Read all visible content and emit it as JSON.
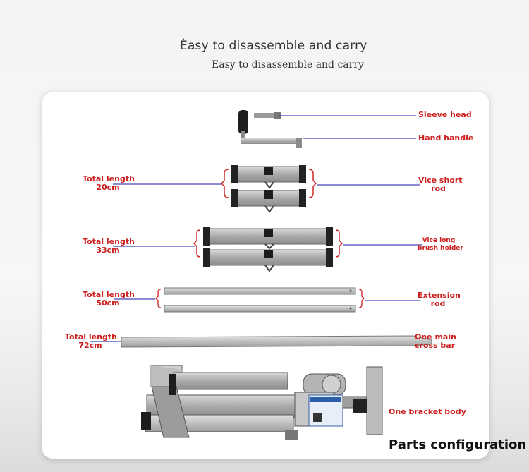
{
  "header": {
    "title": "Èasy to disassemble and carry",
    "subtitle": "Easy to disassemble and carry"
  },
  "parts": {
    "sleeve_head": "Sleeve head",
    "hand_handle": "Hand handle",
    "vice_short_rod": [
      "Vice short",
      "rod"
    ],
    "vice_long_brush_holder": [
      "Vice long",
      "brush holder"
    ],
    "extension_rod": [
      "Extension",
      "rod"
    ],
    "main_cross_bar": [
      "One main",
      "cross bar"
    ],
    "bracket_body": "One bracket body"
  },
  "lengths": {
    "short": [
      "Total length",
      "20cm"
    ],
    "long": [
      "Total length",
      "33cm"
    ],
    "extension": [
      "Total length",
      "50cm"
    ],
    "cross": [
      "Total length",
      "72cm"
    ]
  },
  "footer": "Parts configuration",
  "colors": {
    "label": "#cc1f1f",
    "leader": "#1a1aa8",
    "metal": "#a8a8a8",
    "dark": "#1f1f1f"
  }
}
